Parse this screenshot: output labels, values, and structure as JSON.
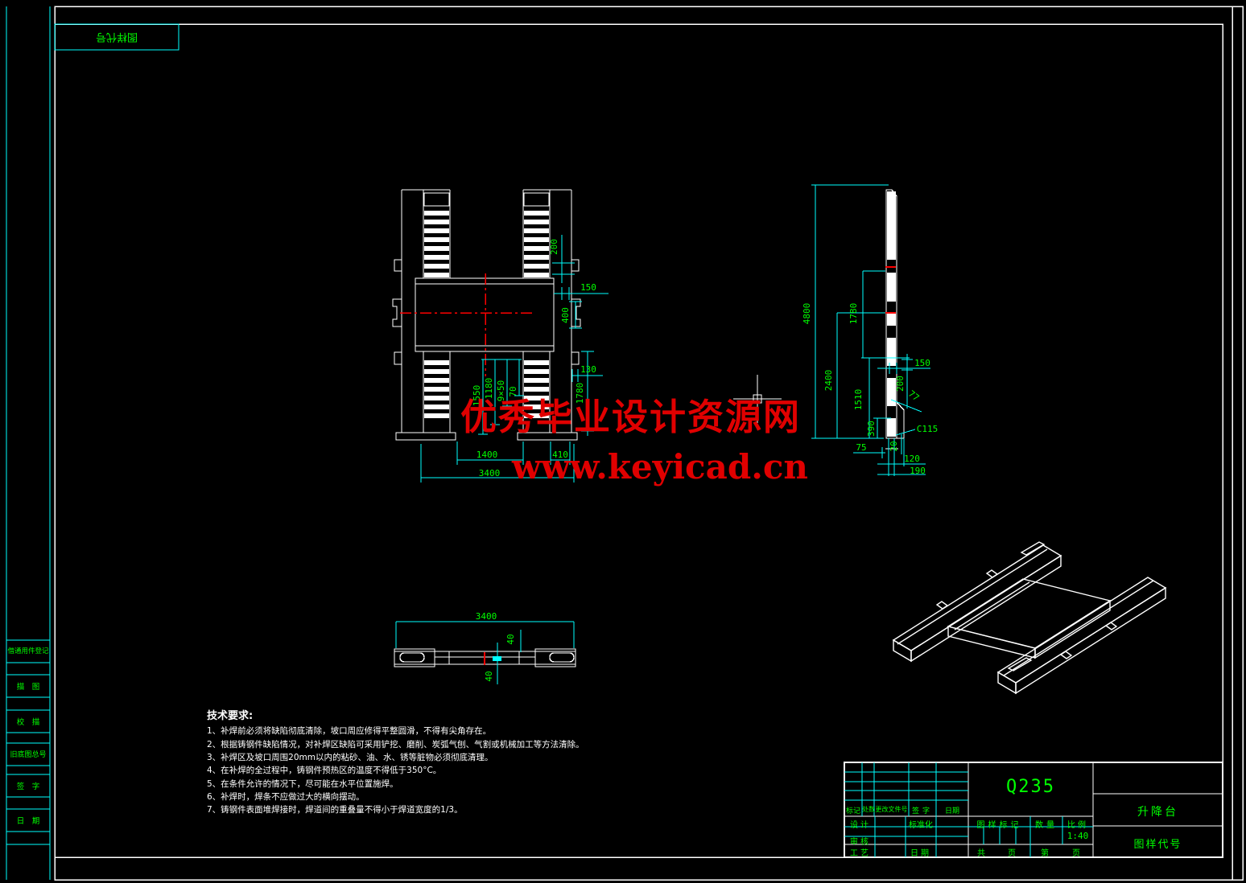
{
  "corner_label": "图样代号",
  "watermark": {
    "line1": "优秀毕业设计资源网",
    "line2": "www.keyicad.cn"
  },
  "tech": {
    "title": "技术要求:",
    "items": [
      "1、补焊前必须将缺陷彻底清除，坡口周应修得平整圆滑，不得有尖角存在。",
      "2、根据铸钢件缺陷情况，对补焊区缺陷可采用铲挖、磨削、炭弧气刨、气割或机械加工等方法清除。",
      "3、补焊区及坡口周围20mm以内的粘砂、油、水、锈等脏物必须彻底清理。",
      "4、在补焊的全过程中，铸钢件预热区的温度不得低于350°C。",
      "5、在条件允许的情况下，尽可能在水平位置施焊。",
      "6、补焊时，焊条不应做过大的横向摆动。",
      "7、铸钢件表面堆焊接时，焊道间的重叠量不得小于焊道宽度的1/3。"
    ]
  },
  "left_panel": [
    "借通用件登记",
    "描　图",
    "校　描",
    "旧底图总号",
    "签　字",
    "日　期"
  ],
  "title_block": {
    "material": "Q235",
    "part_name": "升降台",
    "code_label": "图样代号",
    "mark": "标记",
    "count": "处数",
    "change_doc": "更改文件号",
    "sign": "签字",
    "date": "日期",
    "design": "设计",
    "standard": "标准化",
    "stamp": "图样标记",
    "qty": "数量",
    "scale": "比例",
    "scale_value": "1:40",
    "audit": "审核",
    "process": "工艺",
    "date2": "日期",
    "total": "共",
    "page": "页",
    "sheet": "第",
    "page2": "页"
  },
  "dims": {
    "front": {
      "d200": "200",
      "d150": "150",
      "d400": "400",
      "d130": "130",
      "d1780": "1780",
      "d1550": "1550",
      "d1180": "1180",
      "d9x50": "9×50",
      "d70": "70",
      "d1400": "1400",
      "d410": "410",
      "d3400": "3400"
    },
    "side": {
      "d4800": "4800",
      "d1780": "1780",
      "d2400": "2400",
      "d1510": "1510",
      "d150": "150",
      "d200": "200",
      "d77": "77",
      "d390": "390",
      "dc115": "C115",
      "d75": "75",
      "d20": "20",
      "d120": "120",
      "d190": "190"
    },
    "bottom": {
      "d3400": "3400",
      "d40a": "40",
      "d40b": "40"
    }
  }
}
